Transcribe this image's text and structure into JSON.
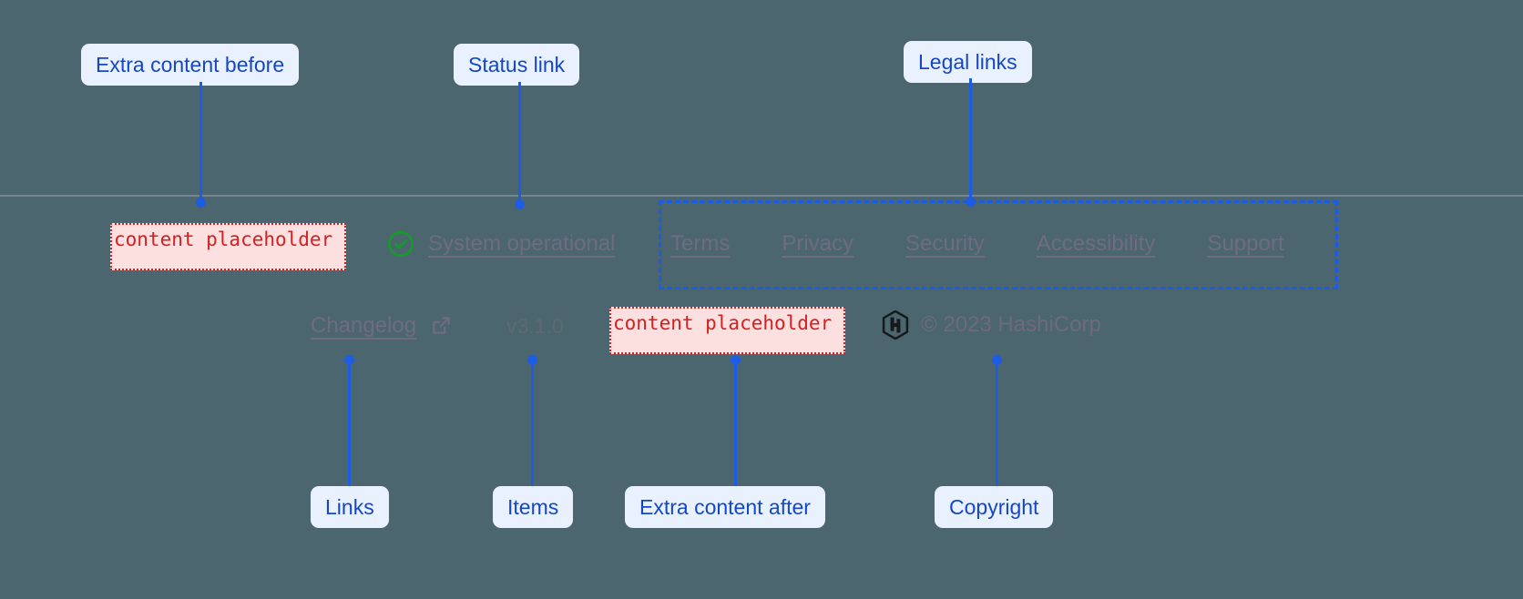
{
  "theme": {
    "background": "#4c6670",
    "divider": "#bcb9c8",
    "accent_blue": "#1d5ce5",
    "label_bg": "#eaf1fe",
    "label_text": "#1347c6",
    "muted_link": "#6f6b80",
    "placeholder_bg": "#fcdfdf",
    "placeholder_border": "#d42020",
    "placeholder_text": "#d42020",
    "status_ok": "#139c2a"
  },
  "footer": {
    "extra_content_before": {
      "text": "content placeholder"
    },
    "status": {
      "icon": "circle-check-icon",
      "label": "System operational"
    },
    "legal_links": [
      {
        "label": "Terms"
      },
      {
        "label": "Privacy"
      },
      {
        "label": "Security"
      },
      {
        "label": "Accessibility"
      },
      {
        "label": "Support"
      }
    ],
    "links": [
      {
        "label": "Changelog",
        "icon": "external-link-icon"
      }
    ],
    "version": "v3.1.0",
    "extra_content_after": {
      "text": "content placeholder"
    },
    "copyright": {
      "logo": "hashicorp-logo",
      "text": "© 2023 HashiCorp"
    }
  },
  "annotations": [
    {
      "id": "extra-before",
      "label": "Extra content before"
    },
    {
      "id": "status-link",
      "label": "Status link"
    },
    {
      "id": "legal-links",
      "label": "Legal links"
    },
    {
      "id": "links",
      "label": "Links"
    },
    {
      "id": "items",
      "label": "Items"
    },
    {
      "id": "extra-after",
      "label": "Extra content after"
    },
    {
      "id": "copyright",
      "label": "Copyright"
    }
  ]
}
